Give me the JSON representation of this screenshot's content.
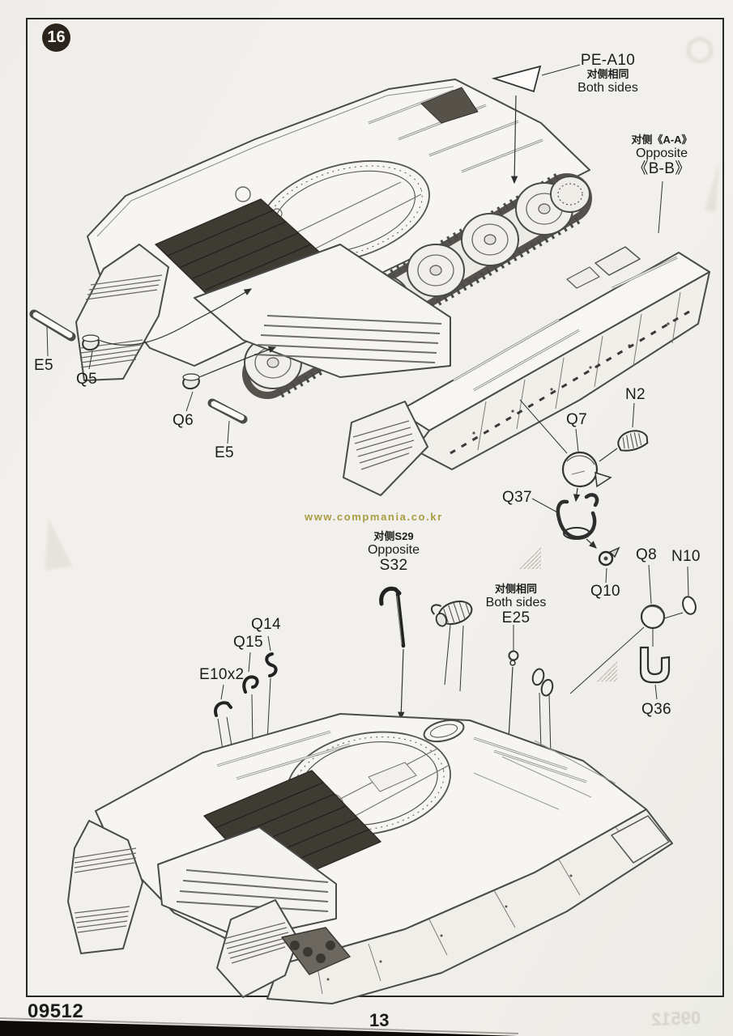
{
  "page": {
    "step": "16",
    "kit_number": "09512",
    "page_number": "13",
    "watermark": "www.compmania.co.kr"
  },
  "labels": {
    "pe_a10": {
      "part": "PE-A10",
      "cn": "对侧相同",
      "en": "Both sides"
    },
    "opposite": {
      "cn": "对侧《A-A》",
      "en": "Opposite",
      "ref": "《B-B》"
    },
    "e5_left": "E5",
    "q5": "Q5",
    "q6": "Q6",
    "e5_right": "E5",
    "n2": "N2",
    "q7": "Q7",
    "q37": "Q37",
    "q10": "Q10",
    "q8": "Q8",
    "n10": "N10",
    "q36": "Q36",
    "s32_note": {
      "cn": "对侧S29",
      "en": "Opposite",
      "part": "S32"
    },
    "q14": "Q14",
    "q15": "Q15",
    "e10": "E10x2",
    "e25_note": {
      "cn": "对侧相同",
      "en": "Both sides",
      "part": "E25"
    }
  },
  "colors": {
    "paper": "#f1efeb",
    "line_art": "#4a4a4a",
    "grille_dark": "#3e3b33",
    "watermark": "#a99c42"
  }
}
